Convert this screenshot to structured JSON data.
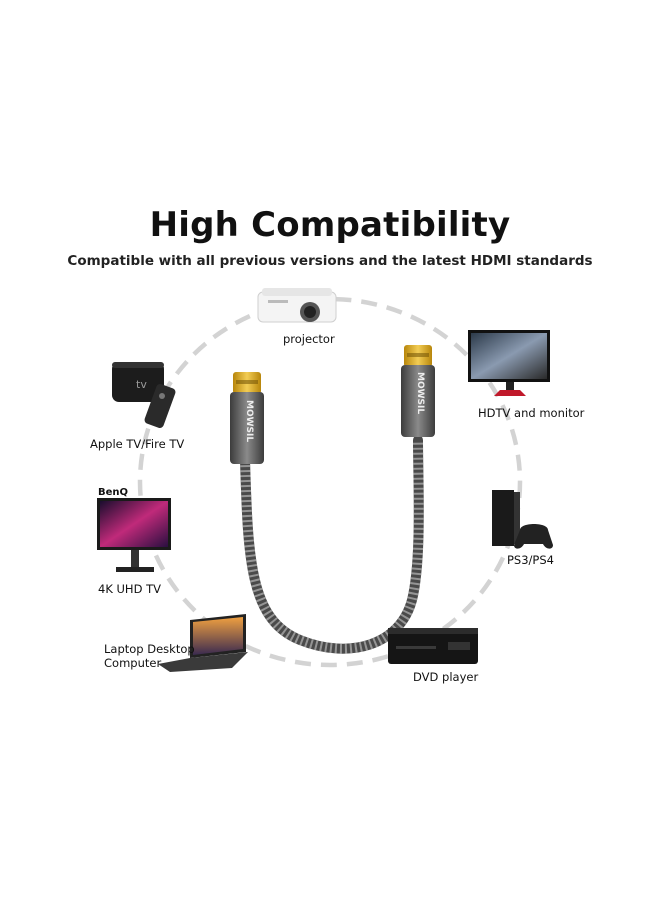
{
  "header": {
    "title": "High Compatibility",
    "subtitle": "Compatible with all previous versions and the latest HDMI standards"
  },
  "devices": {
    "projector": "projector",
    "hdtv": "HDTV and monitor",
    "apple_tv": "Apple TV/Fire TV",
    "ps": "PS3/PS4",
    "uhd_tv": "4K UHD TV",
    "laptop_line1": "Laptop Desktop",
    "laptop_line2": "Computer",
    "dvd": "DVD player"
  },
  "brand": {
    "cable_logo": "MOWSIL",
    "monitor_logo": "BenQ",
    "tv_mark": "tv"
  },
  "colors": {
    "circle": "#d0d0d0",
    "cable_braid": "#5a5a5a",
    "connector_gold": "#d9a928",
    "housing": "#6b6b6b"
  }
}
